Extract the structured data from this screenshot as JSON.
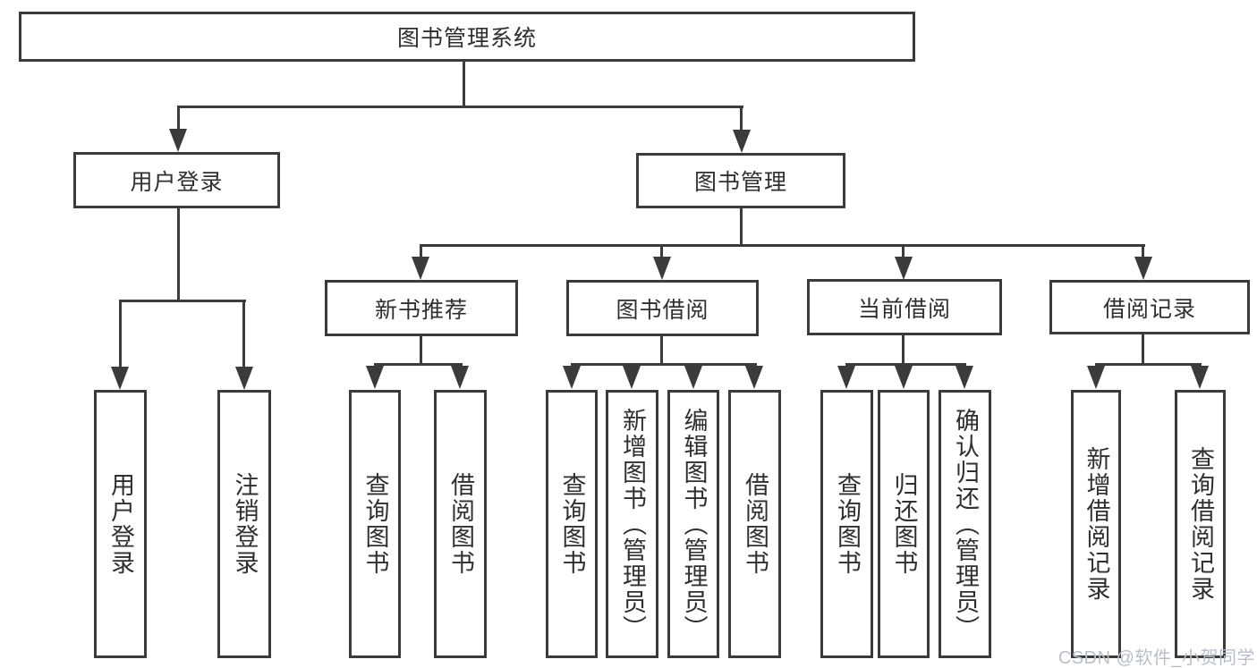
{
  "diagram": {
    "root": {
      "label": "图书管理系统"
    },
    "branches": [
      {
        "label": "用户登录",
        "children": [
          "用户登录",
          "注销登录"
        ]
      },
      {
        "label": "图书管理",
        "children": [
          {
            "label": "新书推荐",
            "children": [
              "查询图书",
              "借阅图书"
            ]
          },
          {
            "label": "图书借阅",
            "children": [
              "查询图书",
              "新增图书（管理员）",
              "编辑图书（管理员）",
              "借阅图书"
            ]
          },
          {
            "label": "当前借阅",
            "children": [
              "查询图书",
              "归还图书",
              "确认归还（管理员）"
            ]
          },
          {
            "label": "借阅记录",
            "children": [
              "新增借阅记录",
              "查询借阅记录"
            ]
          }
        ]
      }
    ]
  },
  "watermark": "CSDN @软件_小贺同学",
  "colors": {
    "line": "#3b3b3b",
    "text": "#2f2f2f",
    "watermark": "#b9bfc7",
    "background": "#ffffff"
  }
}
